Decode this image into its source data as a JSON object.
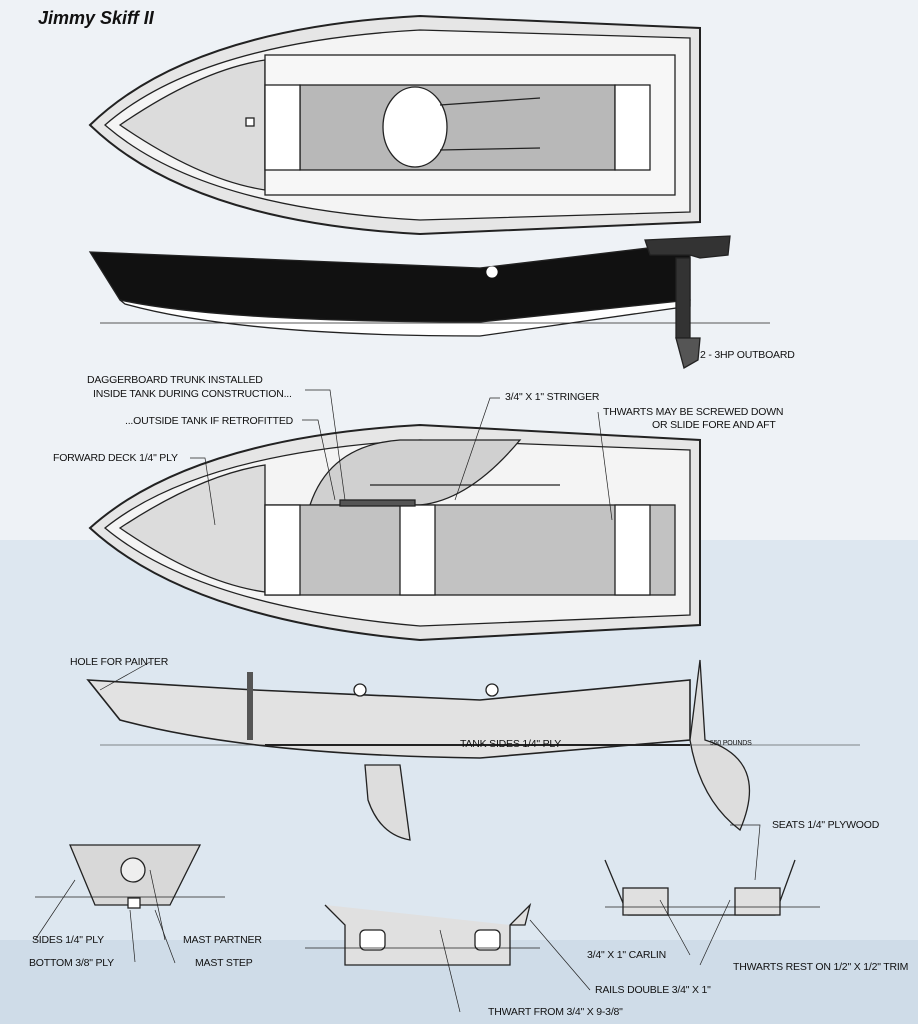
{
  "title": "Jimmy Skiff II",
  "labels": {
    "outboard": "2 - 3HP OUTBOARD",
    "daggerboard_1": "DAGGERBOARD TRUNK INSTALLED",
    "daggerboard_2": "INSIDE TANK DURING CONSTRUCTION...",
    "outside_tank": "...OUTSIDE TANK IF RETROFITTED",
    "stringer": "3/4\" X 1\" STRINGER",
    "thwarts_1": "THWARTS MAY BE SCREWED DOWN",
    "thwarts_2": "OR SLIDE FORE AND AFT",
    "forward_deck": "FORWARD DECK 1/4\" PLY",
    "hole_painter": "HOLE FOR PAINTER",
    "tank_sides": "TANK SIDES 1/4\" PLY",
    "pounds": "550 POUNDS",
    "seats": "SEATS 1/4\" PLYWOOD",
    "sides": "SIDES 1/4\" PLY",
    "mast_partner": "MAST PARTNER",
    "bottom": "BOTTOM 3/8\" PLY",
    "mast_step": "MAST STEP",
    "carlin": "3/4\" X 1\" CARLIN",
    "thwarts_rest": "THWARTS REST ON 1/2\" X 1/2\" TRIM",
    "rails": "RAILS DOUBLE 3/4\" X 1\"",
    "thwart_from": "THWART FROM 3/4\" X 9-3/8\""
  }
}
